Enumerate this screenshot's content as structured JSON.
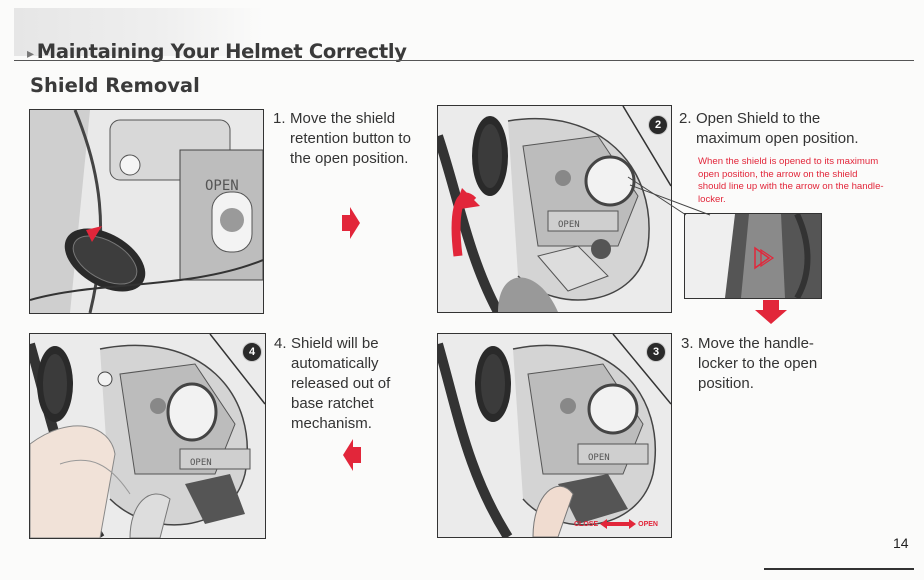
{
  "header": {
    "marker": "▸",
    "title": "Maintaining Your Helmet Correctly"
  },
  "section_title": "Shield Removal",
  "steps": [
    {
      "num": "1.",
      "text": "Move the shield retention button to the open position."
    },
    {
      "num": "2.",
      "text": "Open Shield to the maximum open position."
    },
    {
      "num": "3.",
      "text": "Move the handle-locker to the open position."
    },
    {
      "num": "4.",
      "text": "Shield will be automatically released out of base ratchet mechanism."
    }
  ],
  "note": "When the shield is opened to its maximum open position, the arrow on the shield should line up with the arrow on the handle-locker.",
  "badges": [
    "2",
    "3",
    "4"
  ],
  "open_label": "OPEN",
  "close_label": "CLOSE",
  "page_number": "14",
  "colors": {
    "accent": "#e2263a",
    "text": "#333333",
    "title": "#3a3a3a"
  }
}
